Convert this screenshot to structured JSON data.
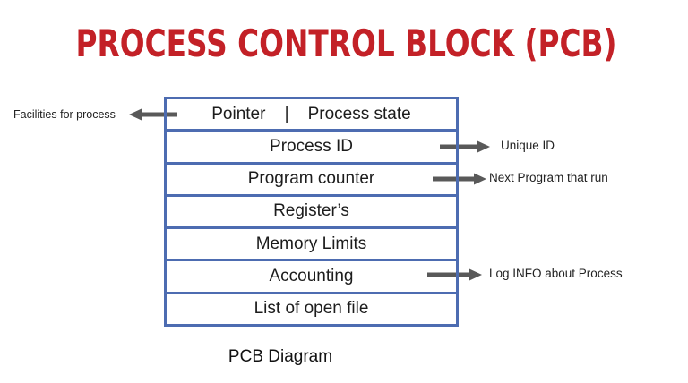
{
  "title": "PROCESS CONTROL BLOCK (PCB)",
  "caption": "PCB Diagram",
  "colors": {
    "title_red": "#c32127",
    "table_border_blue": "#4d6cb1",
    "arrow_gray": "#595959",
    "text_black": "#1c1c1c"
  },
  "table": {
    "rows": [
      "Pointer    |    Process state",
      "Process ID",
      "Program counter",
      "Register’s",
      "Memory Limits",
      "Accounting",
      "List of open file"
    ]
  },
  "annotations": {
    "facilities": "Facilities for process",
    "unique_id": "Unique ID",
    "next_program": "Next Program that run",
    "log_info": "Log INFO about Process"
  }
}
